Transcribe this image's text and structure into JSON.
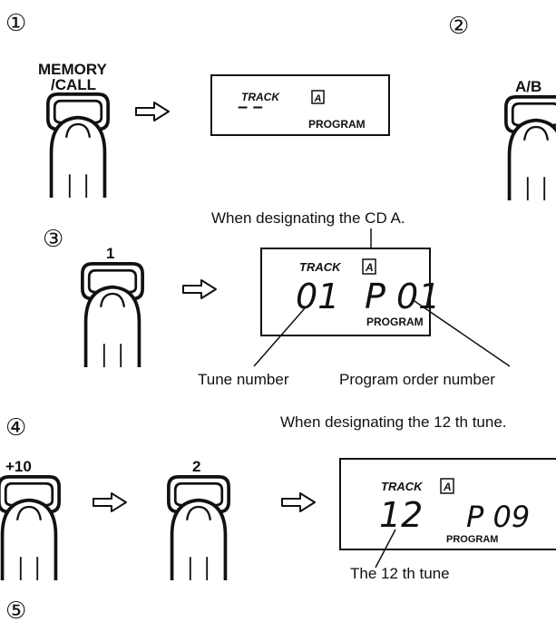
{
  "steps": {
    "s1": "①",
    "s2": "②",
    "s3": "③",
    "s4": "④",
    "s5": "⑤"
  },
  "buttons": {
    "memory_call_line1": "MEMORY",
    "memory_call_line2": "/CALL",
    "ab": "A/B",
    "one": "1",
    "plus10": "+10",
    "two": "2"
  },
  "display1": {
    "track": "TRACK",
    "disc": "A",
    "dashes": "– –",
    "program": "PROGRAM"
  },
  "display3": {
    "track": "TRACK",
    "disc": "A",
    "tune": "01",
    "prog": "P 01",
    "program": "PROGRAM"
  },
  "display4": {
    "track": "TRACK",
    "disc": "A",
    "tune": "12",
    "prog": "P 09",
    "program": "PROGRAM"
  },
  "annotations": {
    "designate_cd": "When designating the CD A.",
    "tune_number": "Tune number",
    "program_order": "Program order number",
    "designate_tune": "When designating the 12 th tune.",
    "the_12th": "The 12 th tune"
  },
  "icons": {
    "arrow": "hollow-right-arrow-icon",
    "finger": "finger-press-icon"
  },
  "colors": {
    "ink": "#111111",
    "paper": "#ffffff"
  }
}
